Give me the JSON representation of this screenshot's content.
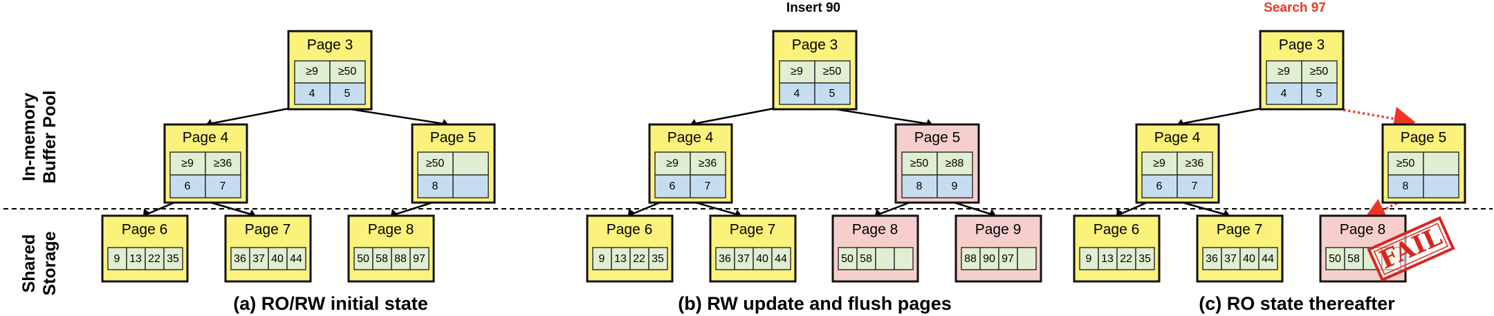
{
  "labels": {
    "buffer_pool_line1": "In-memory",
    "buffer_pool_line2": "Buffer Pool",
    "storage_line1": "Shared",
    "storage_line2": "Storage"
  },
  "panels": [
    {
      "caption": "(a) RO/RW initial state",
      "operation": "",
      "root": {
        "title": "Page 3",
        "keys": [
          "≥9",
          "≥50"
        ],
        "ptrs": [
          "4",
          "5"
        ]
      },
      "left": {
        "title": "Page 4",
        "keys": [
          "≥9",
          "≥36"
        ],
        "ptrs": [
          "6",
          "7"
        ]
      },
      "right": {
        "title": "Page 5",
        "keys": [
          "≥50",
          ""
        ],
        "ptrs": [
          "8",
          ""
        ]
      },
      "leaves": [
        {
          "title": "Page 6",
          "vals": [
            "9",
            "13",
            "22",
            "35"
          ]
        },
        {
          "title": "Page 7",
          "vals": [
            "36",
            "37",
            "40",
            "44"
          ]
        },
        {
          "title": "Page 8",
          "vals": [
            "50",
            "58",
            "88",
            "97"
          ]
        }
      ]
    },
    {
      "caption": "(b) RW update and flush pages",
      "operation": "Insert 90",
      "root": {
        "title": "Page 3",
        "keys": [
          "≥9",
          "≥50"
        ],
        "ptrs": [
          "4",
          "5"
        ]
      },
      "left": {
        "title": "Page 4",
        "keys": [
          "≥9",
          "≥36"
        ],
        "ptrs": [
          "6",
          "7"
        ]
      },
      "right": {
        "title": "Page 5",
        "keys": [
          "≥50",
          "≥88"
        ],
        "ptrs": [
          "8",
          "9"
        ]
      },
      "leaves": [
        {
          "title": "Page 6",
          "vals": [
            "9",
            "13",
            "22",
            "35"
          ]
        },
        {
          "title": "Page 7",
          "vals": [
            "36",
            "37",
            "40",
            "44"
          ]
        },
        {
          "title": "Page 8",
          "vals": [
            "50",
            "58",
            "",
            ""
          ]
        },
        {
          "title": "Page 9",
          "vals": [
            "88",
            "90",
            "97",
            ""
          ]
        }
      ]
    },
    {
      "caption": "(c) RO state thereafter",
      "operation": "Search 97",
      "root": {
        "title": "Page 3",
        "keys": [
          "≥9",
          "≥50"
        ],
        "ptrs": [
          "4",
          "5"
        ]
      },
      "left": {
        "title": "Page 4",
        "keys": [
          "≥9",
          "≥36"
        ],
        "ptrs": [
          "6",
          "7"
        ]
      },
      "right": {
        "title": "Page 5",
        "keys": [
          "≥50",
          ""
        ],
        "ptrs": [
          "8",
          ""
        ]
      },
      "leaves": [
        {
          "title": "Page 6",
          "vals": [
            "9",
            "13",
            "22",
            "35"
          ]
        },
        {
          "title": "Page 7",
          "vals": [
            "36",
            "37",
            "40",
            "44"
          ]
        },
        {
          "title": "Page 8",
          "vals": [
            "50",
            "58",
            "",
            ""
          ]
        }
      ],
      "stamp": "FAIL"
    }
  ],
  "colors": {
    "yellow": "#fbf27c",
    "pink": "#f6cfcc",
    "key_cell": "#e0eed1",
    "ptr_cell": "#c6ddf1",
    "highlight": "#ee3524"
  }
}
